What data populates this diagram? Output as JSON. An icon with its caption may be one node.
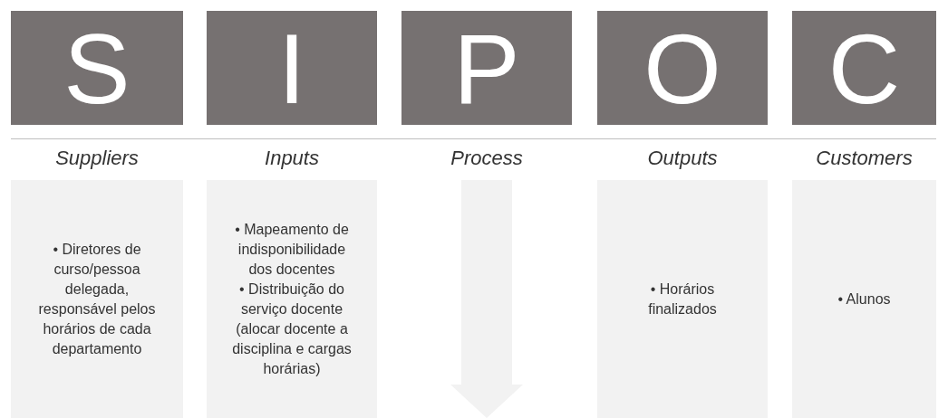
{
  "diagram": {
    "nodes": [
      {
        "text": [
          "S"
        ]
      },
      {
        "text": [
          "I"
        ]
      },
      {
        "text": [
          "P"
        ]
      },
      {
        "text": [
          "O"
        ]
      },
      {
        "text": [
          "C"
        ]
      },
      {
        "text": [
          "• Diretores de curso/pessoa delegada, responsável pelos horários de cada departamento"
        ]
      },
      {
        "text": [
          "• Mapeamento de indisponibilidade dos docentes",
          "• Distribuição do serviço docente (alocar docente a disciplina e cargas horárias)"
        ]
      },
      {
        "text": [],
        "shape": "arrow"
      },
      {
        "text": [
          "• Horários finalizados"
        ]
      },
      {
        "text": [
          "• Alunos"
        ]
      }
    ],
    "labels": [
      "Suppliers",
      "Inputs",
      "Process",
      "Outputs",
      "Customers"
    ]
  }
}
